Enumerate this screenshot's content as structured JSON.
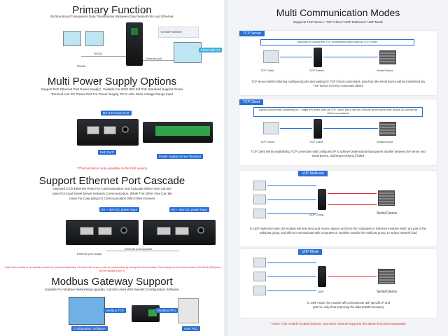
{
  "left": {
    "primary": {
      "title": "Primary Function",
      "subtitle": "Bi-Directional Transparent Data Transmission Between Dual Serial Ports And Ethernet",
      "labels": {
        "rs485": "RS485",
        "rs232": "RS232",
        "ethernet": "Ethernet port",
        "lan": "Ethernet/LAN"
      }
    },
    "power": {
      "title": "Multi Power Supply Options",
      "subtitle": "Support PoE Ethernet Port Power Supply*, Suitable For IEEE 802.3af PoE Standard Support Screw Terminal And DC Power Port For Power Supply, DC 6~40V Wide Voltage Range Input",
      "tags": {
        "dc": "DC 5.5 Power Port",
        "poe": "PoE Port*",
        "screw": "Power Supply Screw Terminal"
      },
      "note": "* This function is only available on the PoE version"
    },
    "cascade": {
      "title": "Support Ethernet Port Cascade",
      "subtitle": "Onboard 2-Ch Ethernet Ports For Communication And Cascade Either One Can Be Used For Dual Serial Server Network Communication, While The Other One Can Be Used For Cascading Or Communication With Other Devices",
      "tags": {
        "left": "6V ~ 40V DC power input",
        "right": "6V ~ 40V DC power input"
      },
      "labels": {
        "cascade": "Ethernet port cascade",
        "output": "Ethernet port output"
      },
      "note": "* Note: Each module in the cascade mode to be powered individually. If it is the PoE version, it can be powered directly through the ethernet cable. The working current of this module is 12V 50mA (RMS) and can be cascaded up to 5."
    },
    "modbus": {
      "title": "Modbus Gateway Support",
      "subtitle": "Suitable For Modbus Networking Upgrade, Can Be Used With Specific Configuration Software",
      "tags": {
        "tcp": "Modbus TCP",
        "rtu": "Modbus RTU",
        "software": "Configuration Software",
        "plc": "User PLC"
      }
    }
  },
  "right": {
    "title": "Multi Communication Modes",
    "subtitle": "Supports TCP Server / TCP Client / UDP Multicast / UDP Mode",
    "panels": [
      {
        "tag": "TCP Server",
        "header": "Supports 30 concurrent TCP connections when used as TCP Server",
        "devices": [
          "TCP Client",
          "TCP Server",
          "Serial Device"
        ],
        "note": "TCP Server will be listening configured ports and waiting for TCP Client connections, data from the serial device will be transferred via TCP Server to every connected clients"
      },
      {
        "tag": "TCP Client",
        "header": "Allows concurrently connecting to 7 target IPs when used as TCP Client, and it can be a Server at the same time, allows 28 concurrent Client connections",
        "devices": [
          "TCP Server",
          "TCP Client",
          "Serial Device"
        ],
        "note": "TCP Client will try establishing TCP connection with configured IP to achieve bi-directional transparent transfer between the server and serial device, and keeps retrying if failed"
      },
      {
        "tag": "UDP Multicast",
        "devices": [
          "UDP Group",
          "Serial Device"
        ],
        "note": "In UDP multicast mode, the module will only send and receive data to and from the computers or Ethernet modules which are part of the multicast group, and will not communicate with computers or modules outside the multicast group, to reduce network load"
      },
      {
        "tag": "UDP Mode",
        "devices": [
          "UDP",
          "Serial Device"
        ],
        "note": "In UDP mode, the module will communicate with specific IP and port no. only, thus improving the data transfer accuracy"
      }
    ],
    "footnote": "* Note: This module is dual-channel, and each channel supports the above functions separately"
  }
}
